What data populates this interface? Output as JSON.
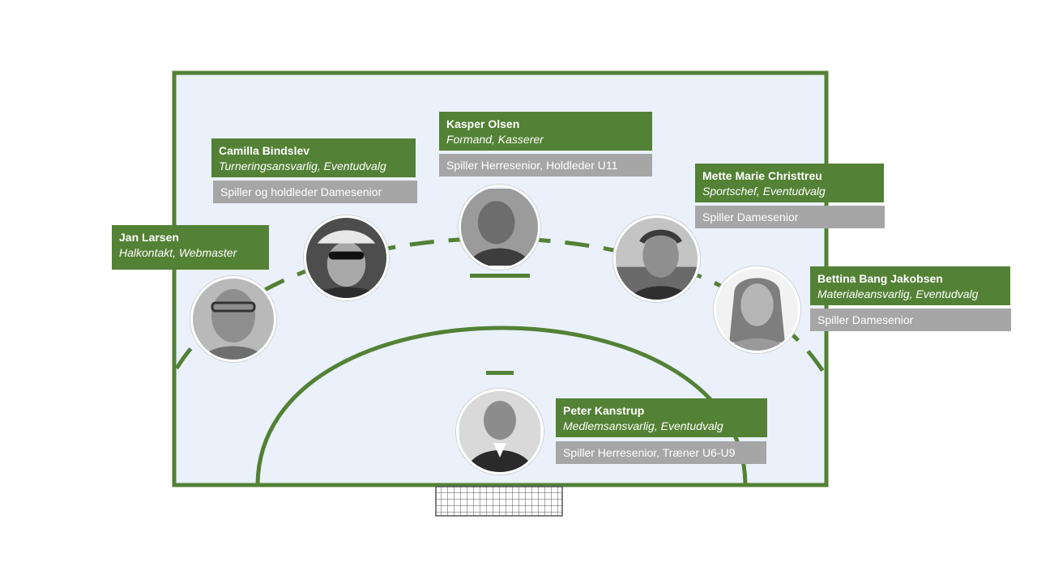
{
  "colors": {
    "court_fill": "#eaf1fb",
    "court_line": "#538135",
    "card_green": "#538135",
    "card_grey": "#a6a6a6"
  },
  "members": [
    {
      "id": "jan-larsen",
      "name": "Jan Larsen",
      "role": "Halkontakt, Webmaster",
      "player": "",
      "avatar_icon": "person-photo-icon"
    },
    {
      "id": "camilla-bindslev",
      "name": "Camilla Bindslev",
      "role": "Turneringsansvarlig, Eventudvalg",
      "player": "Spiller og holdleder Damesenior",
      "avatar_icon": "person-photo-icon"
    },
    {
      "id": "kasper-olsen",
      "name": "Kasper Olsen",
      "role": "Formand, Kasserer",
      "player": "Spiller Herresenior, Holdleder U11",
      "avatar_icon": "person-photo-icon"
    },
    {
      "id": "mette-marie-christtreu",
      "name": "Mette Marie Christtreu",
      "role": "Sportschef, Eventudvalg",
      "player": "Spiller Damesenior",
      "avatar_icon": "person-photo-icon"
    },
    {
      "id": "bettina-bang-jakobsen",
      "name": "Bettina Bang Jakobsen",
      "role": "Materialeansvarlig, Eventudvalg",
      "player": "Spiller Damesenior",
      "avatar_icon": "person-photo-icon"
    },
    {
      "id": "peter-kanstrup",
      "name": "Peter Kanstrup",
      "role": "Medlemsansvarlig, Eventudvalg",
      "player": "Spiller Herresenior, Træner U6-U9",
      "avatar_icon": "person-photo-icon"
    }
  ]
}
